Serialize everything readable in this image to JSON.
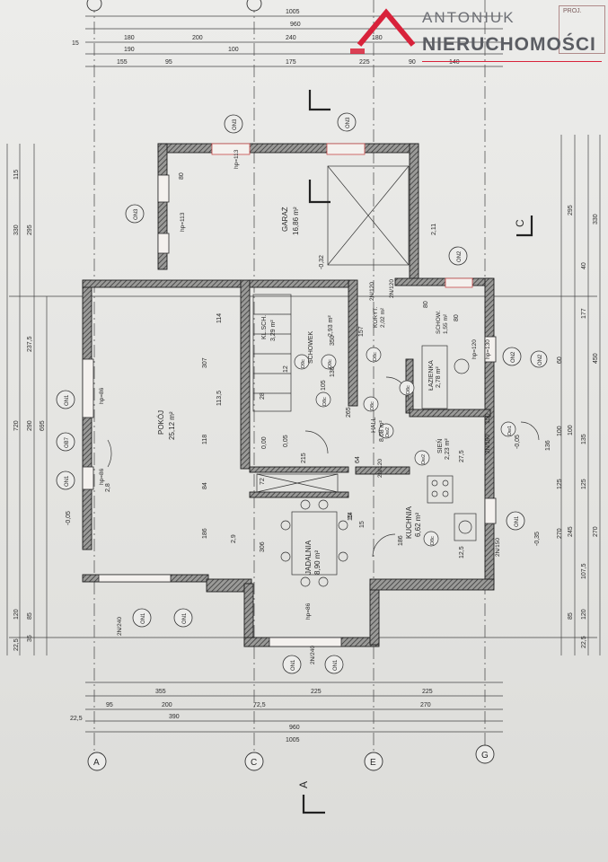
{
  "brand": {
    "line1": "ANTONIUK",
    "line2": "NIERUCHOMOŚCI",
    "accent": "#d8223a",
    "text_color": "#5b5d63",
    "logo_icon": "roof-triangle-icon"
  },
  "stamp_text": "PROJ.",
  "dims_top": [
    "1005",
    "960",
    "180",
    "240",
    "180",
    "190",
    "200",
    "155",
    "100",
    "175",
    "225",
    "15",
    "95",
    "140",
    "90"
  ],
  "dims_bottom": [
    "355",
    "225",
    "225",
    "72,5",
    "95",
    "200",
    "390",
    "270",
    "22,5",
    "960",
    "1005"
  ],
  "dims_left": [
    "330",
    "115",
    "295",
    "720",
    "237,5",
    "290",
    "695",
    "120",
    "85",
    "35",
    "22,5"
  ],
  "dims_right": [
    "295",
    "330",
    "177",
    "40",
    "450",
    "100",
    "135",
    "125",
    "245",
    "270",
    "107,5",
    "85",
    "120",
    "22,5"
  ],
  "axis_labels": [
    "A",
    "C",
    "E",
    "G"
  ],
  "section_labels": {
    "section_a": "A",
    "section_c": "C"
  },
  "rooms": [
    {
      "name": "GARAŻ",
      "area": "16,86 m²"
    },
    {
      "name": "POKÓJ",
      "area": "25,12 m²"
    },
    {
      "name": "KL.SCH.",
      "area": "3,29 m²"
    },
    {
      "name": "SCHOWEK",
      "area": "2,93 m²"
    },
    {
      "name": "KORYT.",
      "area": "2,02 m²"
    },
    {
      "name": "SCHOW.",
      "area": "1,55 m²"
    },
    {
      "name": "ŁAZIENKA",
      "area": "2,78 m²"
    },
    {
      "name": "HALL",
      "area": "8,08 m²"
    },
    {
      "name": "SIEŃ",
      "area": "2,23 m²"
    },
    {
      "name": "KUCHNIA",
      "area": "6,62 m²"
    },
    {
      "name": "JADALNIA",
      "area": "8,90 m²"
    }
  ],
  "window_tags": [
    "ON3",
    "ON3",
    "ON3",
    "ON2",
    "ON1",
    "OB7",
    "ON1",
    "ON1",
    "ON1",
    "ON1",
    "ON1",
    "ON1",
    "ON2",
    "ON2"
  ],
  "door_tags": [
    "D9c",
    "D9c",
    "D8c",
    "D8c",
    "D8c",
    "Dw2",
    "Dw1",
    "Dw2",
    "D8c",
    "D8c"
  ],
  "notes": {
    "level1": "-0,32",
    "level2": "-0,05",
    "level3": "-0,05",
    "level4": "-0,35",
    "level5": "0,00",
    "hp1": "hp=86",
    "hp2": "hp=86",
    "hp3": "hp=86",
    "hp4": "hp=113",
    "hp5": "hp=113",
    "hp6": "hp=120",
    "hp7": "hp=130",
    "ws1": "2N/120",
    "ws2": "2N/150",
    "ws3": "2N/150",
    "ws4": "2N/240",
    "ws5": "2N/240",
    "ws6": "2N/120",
    "ws7": "2N/120"
  },
  "inner_dims": [
    "307",
    "114",
    "113,5",
    "118",
    "84",
    "186",
    "2,9",
    "306",
    "72",
    "215",
    "64",
    "265",
    "28",
    "105",
    "150",
    "157",
    "80",
    "80",
    "60",
    "15",
    "136",
    "100",
    "125",
    "186",
    "270",
    "350",
    "130",
    "80",
    "2,11",
    "2,8",
    "0,05",
    "14",
    "12",
    "27,5",
    "15",
    "12,5"
  ]
}
